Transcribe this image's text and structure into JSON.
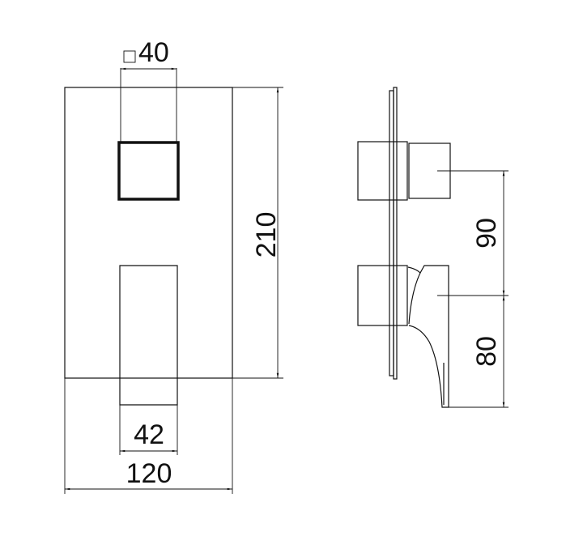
{
  "drawing": {
    "front_view": {
      "knob_size_symbol": "square",
      "knob_size": "40",
      "height": "210",
      "lever_width": "42",
      "plate_width": "120"
    },
    "side_view": {
      "knob_spacing": "90",
      "lever_offset": "80"
    },
    "line_color": "#111111"
  }
}
